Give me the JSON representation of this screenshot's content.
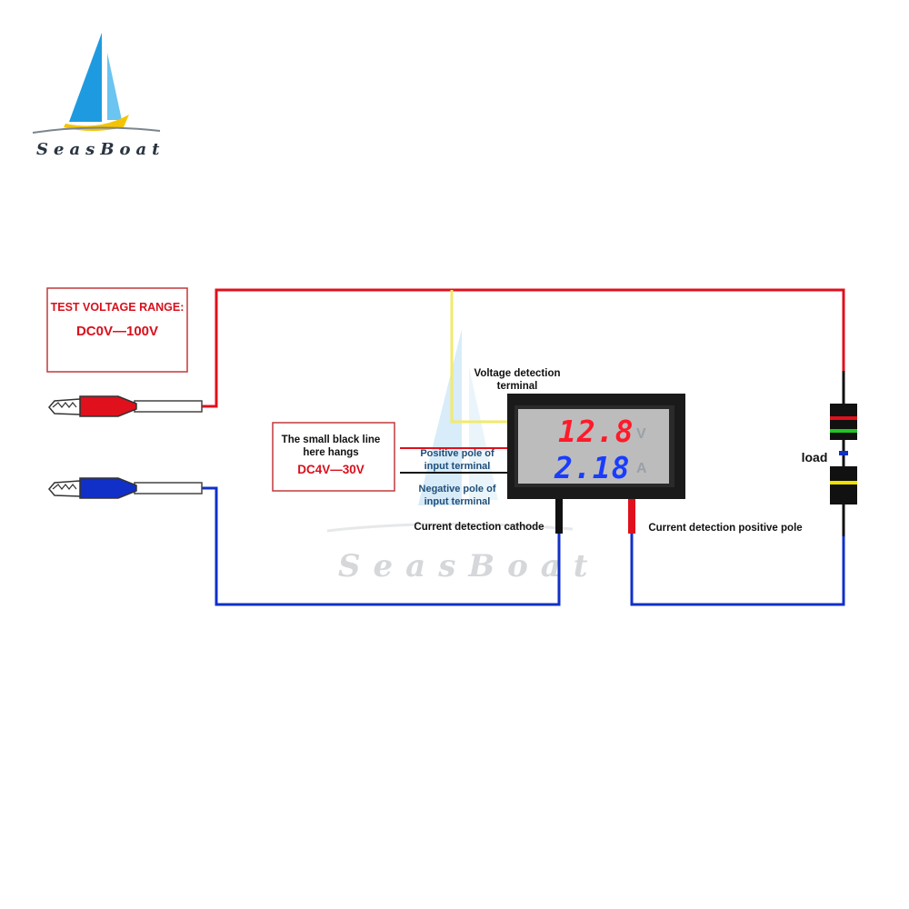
{
  "logo": {
    "text": "SeasBoat",
    "colors": {
      "sail_left": "#1e9be0",
      "sail_right": "#6cc4f0",
      "hull": "#f5c400"
    }
  },
  "watermark": {
    "text": "SeasBoat"
  },
  "test_box": {
    "title": "TEST VOLTAGE RANGE:",
    "range": "DC0V—100V"
  },
  "small_line_box": {
    "line1": "The small black line",
    "line2": "here hangs",
    "range": "DC4V—30V"
  },
  "labels": {
    "voltage_terminal_line1": "Voltage detection",
    "voltage_terminal_line2": "terminal",
    "positive_input_line1": "Positive pole of",
    "positive_input_line2": "input terminal",
    "negative_input_line1": "Negative pole of",
    "negative_input_line2": "input terminal",
    "current_cathode": "Current detection cathode",
    "current_positive": "Current detection positive pole",
    "load": "load"
  },
  "meter": {
    "voltage_reading": "12.8",
    "current_reading": "2.18",
    "voltage_unit": "V",
    "current_unit": "A"
  },
  "colors": {
    "red_wire": "#e0101c",
    "blue_wire": "#1030c8",
    "yellow_wire": "#f2ea6a",
    "voltage_digits": "#ff1a2a",
    "current_digits": "#1a3cff",
    "label_blue": "#1f4e79",
    "box_border": "#c0393b"
  }
}
